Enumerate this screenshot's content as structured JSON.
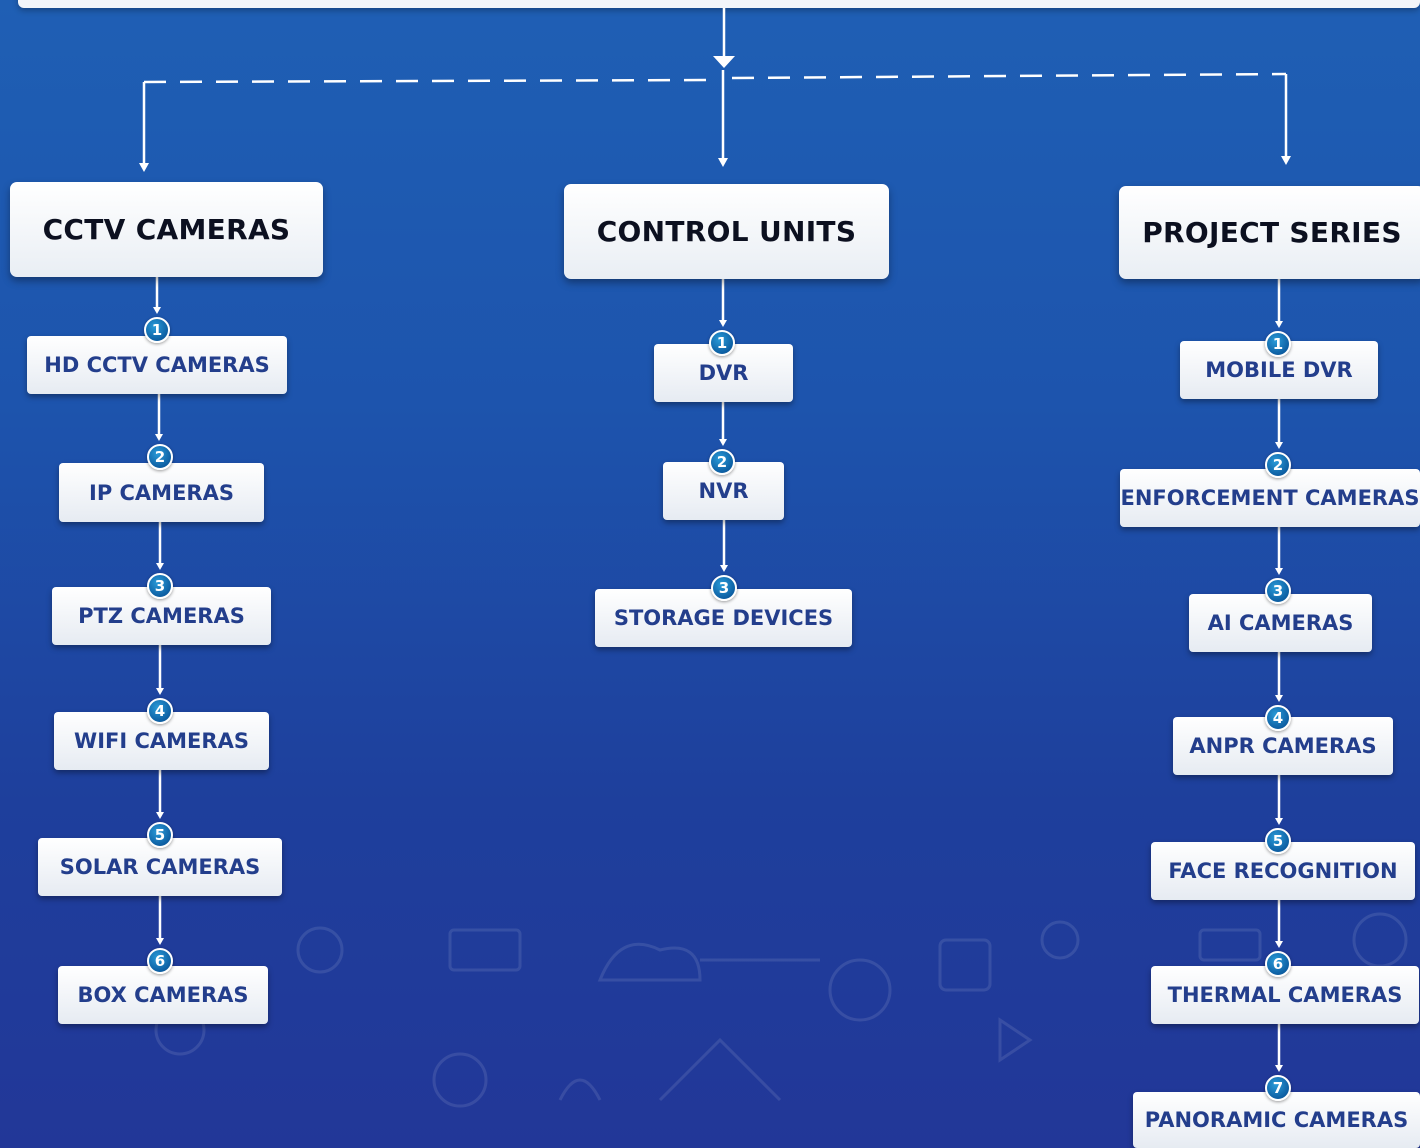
{
  "columns": [
    {
      "heading": "CCTV CAMERAS",
      "items": [
        {
          "num": "1",
          "label": "HD CCTV CAMERAS"
        },
        {
          "num": "2",
          "label": "IP CAMERAS"
        },
        {
          "num": "3",
          "label": "PTZ CAMERAS"
        },
        {
          "num": "4",
          "label": "WIFI CAMERAS"
        },
        {
          "num": "5",
          "label": "SOLAR CAMERAS"
        },
        {
          "num": "6",
          "label": "BOX CAMERAS"
        }
      ]
    },
    {
      "heading": "CONTROL UNITS",
      "items": [
        {
          "num": "1",
          "label": "DVR"
        },
        {
          "num": "2",
          "label": "NVR"
        },
        {
          "num": "3",
          "label": "STORAGE DEVICES"
        }
      ]
    },
    {
      "heading": "PROJECT SERIES",
      "items": [
        {
          "num": "1",
          "label": "MOBILE DVR"
        },
        {
          "num": "2",
          "label": "ENFORCEMENT CAMERAS"
        },
        {
          "num": "3",
          "label": "AI CAMERAS"
        },
        {
          "num": "4",
          "label": "ANPR CAMERAS"
        },
        {
          "num": "5",
          "label": "FACE RECOGNITION"
        },
        {
          "num": "6",
          "label": "THERMAL CAMERAS"
        },
        {
          "num": "7",
          "label": "PANORAMIC CAMERAS"
        }
      ]
    }
  ],
  "colors": {
    "background_top": "#1f5fb4",
    "background_bottom": "#223798",
    "heading_text": "#0c1020",
    "item_text": "#233e8c",
    "badge": "#0d5fa3",
    "connector": "#ffffff"
  },
  "icons": [
    "arrow-down-icon",
    "number-badge-icon",
    "security-pattern-icon"
  ]
}
